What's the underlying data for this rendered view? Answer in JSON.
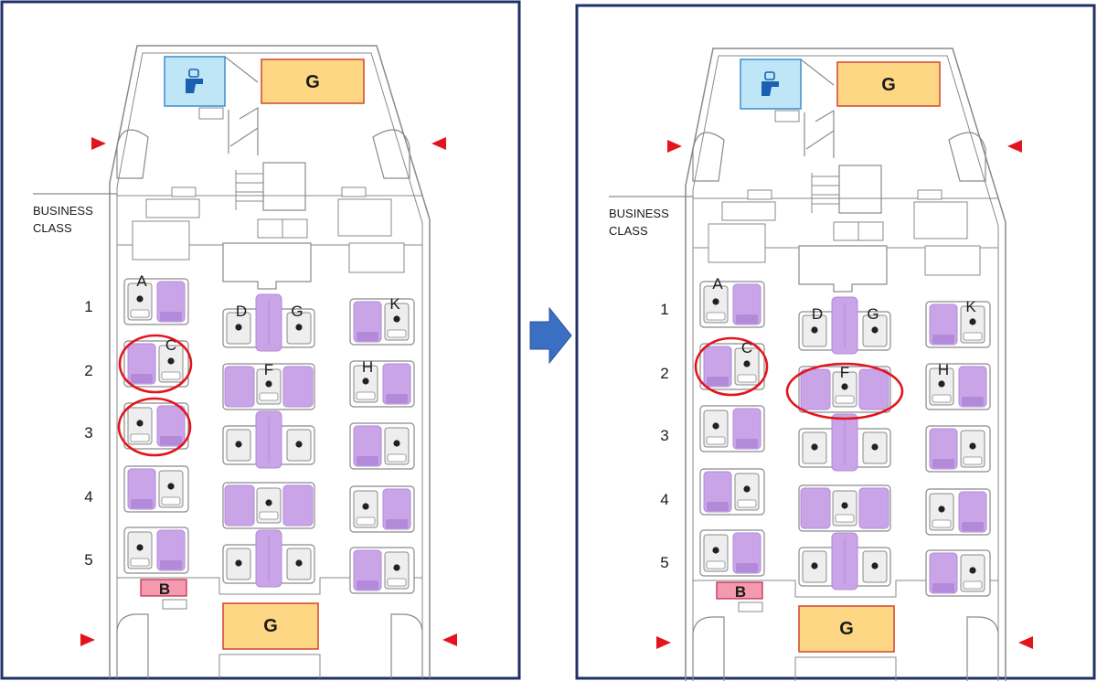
{
  "colors": {
    "frame": "#1f3167",
    "outline": "#8a8a8a",
    "seat_fill": "#c9a5e8",
    "seat_dark": "#b38ad9",
    "highlight": "#e3141c",
    "galley_fill": "#fdd783",
    "galley_stroke": "#d4452a",
    "lav_fill": "#bfe6f7",
    "lav_stroke": "#3c8dd1",
    "bar_fill": "#f49aae",
    "bar_stroke": "#c3234f",
    "exit": "#e3141c",
    "arrow": "#3a6fc4"
  },
  "arrow_icon": "right-arrow-icon",
  "panels": [
    {
      "id": "before",
      "cabin_label_line1": "BUSINESS",
      "cabin_label_line2": "CLASS",
      "galley_front": "G",
      "galley_rear": "G",
      "bar": "B",
      "lav_icon": "lavatory-icon",
      "rows": [
        "1",
        "2",
        "3",
        "4",
        "5"
      ],
      "letters": {
        "A": "A",
        "C": "C",
        "D": "D",
        "G": "G",
        "F": "F",
        "K": "K",
        "H": "H"
      },
      "highlights": [
        "row-2-window-left",
        "row-3-window-left"
      ]
    },
    {
      "id": "after",
      "cabin_label_line1": "BUSINESS",
      "cabin_label_line2": "CLASS",
      "galley_front": "G",
      "galley_rear": "G",
      "bar": "B",
      "lav_icon": "lavatory-icon",
      "rows": [
        "1",
        "2",
        "3",
        "4",
        "5"
      ],
      "letters": {
        "A": "A",
        "C": "C",
        "D": "D",
        "G": "G",
        "F": "F",
        "K": "K",
        "H": "H"
      },
      "highlights": [
        "row-2-window-left",
        "row-2-center-pair"
      ]
    }
  ]
}
